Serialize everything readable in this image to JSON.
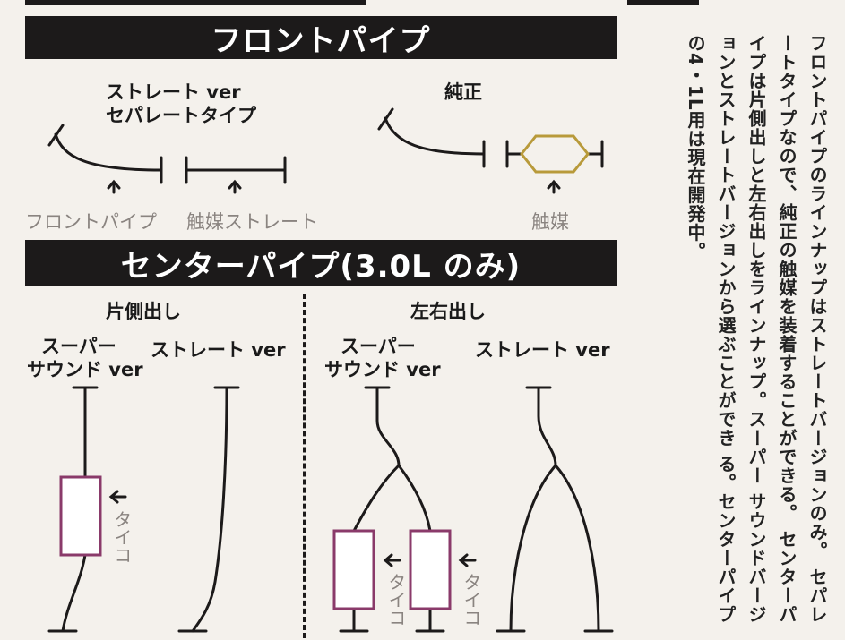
{
  "front_section": {
    "title": "フロントパイプ",
    "straight_label_line1": "ストレート ver",
    "straight_label_line2": "セパレートタイプ",
    "stock_label": "純正",
    "front_pipe_label": "フロントパイプ",
    "catalyst_straight_label": "触媒ストレート",
    "catalyst_label": "触媒"
  },
  "center_section": {
    "title": "センターパイプ(3.0L のみ)",
    "single_exit_label": "片側出し",
    "dual_exit_label": "左右出し",
    "super_sound_line1": "スーパー",
    "super_sound_line2": "サウンド ver",
    "straight_ver_label": "ストレート ver",
    "taiko_label": "タイコ"
  },
  "side_text": {
    "lines": [
      "フロントパイプのラインナップはストレートバージョンのみ。",
      "セパレートタイプなので、純正の触媒を装着することができる。",
      "センターパイプは片側出しと左右出しをラインナップ。スーパー",
      "サウンドバージョンとストレートバージョンから選ぶことができ",
      "る。センターパイプの4・1L用は現在開発中。"
    ]
  },
  "colors": {
    "ink": "#1c1a1a",
    "muffler_outline": "#8a3a6a",
    "catalyst_outline": "#b89a3a",
    "muted_text": "#8a8480"
  }
}
